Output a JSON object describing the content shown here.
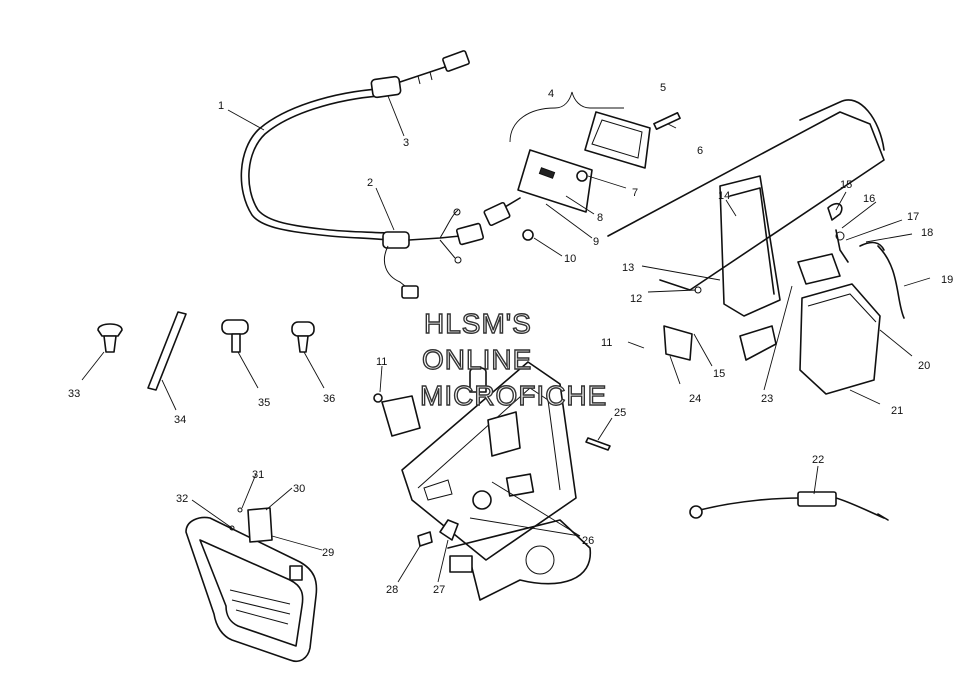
{
  "watermark": {
    "line1": "HLSM'S",
    "line2": "ONLINE",
    "line3": "MICROFICHE"
  },
  "callouts": [
    {
      "id": "1",
      "text": "1"
    },
    {
      "id": "2",
      "text": "2"
    },
    {
      "id": "3",
      "text": "3"
    },
    {
      "id": "4",
      "text": "4"
    },
    {
      "id": "5",
      "text": "5"
    },
    {
      "id": "6",
      "text": "6"
    },
    {
      "id": "7",
      "text": "7"
    },
    {
      "id": "8",
      "text": "8"
    },
    {
      "id": "9",
      "text": "9"
    },
    {
      "id": "10",
      "text": "10"
    },
    {
      "id": "11a",
      "text": "11"
    },
    {
      "id": "11b",
      "text": "11"
    },
    {
      "id": "12",
      "text": "12"
    },
    {
      "id": "13",
      "text": "13"
    },
    {
      "id": "14",
      "text": "14"
    },
    {
      "id": "15a",
      "text": "15"
    },
    {
      "id": "15b",
      "text": "15"
    },
    {
      "id": "16",
      "text": "16"
    },
    {
      "id": "17",
      "text": "17"
    },
    {
      "id": "18",
      "text": "18"
    },
    {
      "id": "19",
      "text": "19"
    },
    {
      "id": "20",
      "text": "20"
    },
    {
      "id": "21",
      "text": "21"
    },
    {
      "id": "22",
      "text": "22"
    },
    {
      "id": "23",
      "text": "23"
    },
    {
      "id": "24",
      "text": "24"
    },
    {
      "id": "25",
      "text": "25"
    },
    {
      "id": "26",
      "text": "26"
    },
    {
      "id": "27",
      "text": "27"
    },
    {
      "id": "28",
      "text": "28"
    },
    {
      "id": "29",
      "text": "29"
    },
    {
      "id": "30",
      "text": "30"
    },
    {
      "id": "31",
      "text": "31"
    },
    {
      "id": "32",
      "text": "32"
    },
    {
      "id": "33",
      "text": "33"
    },
    {
      "id": "34",
      "text": "34"
    },
    {
      "id": "35",
      "text": "35"
    },
    {
      "id": "36",
      "text": "36"
    }
  ]
}
